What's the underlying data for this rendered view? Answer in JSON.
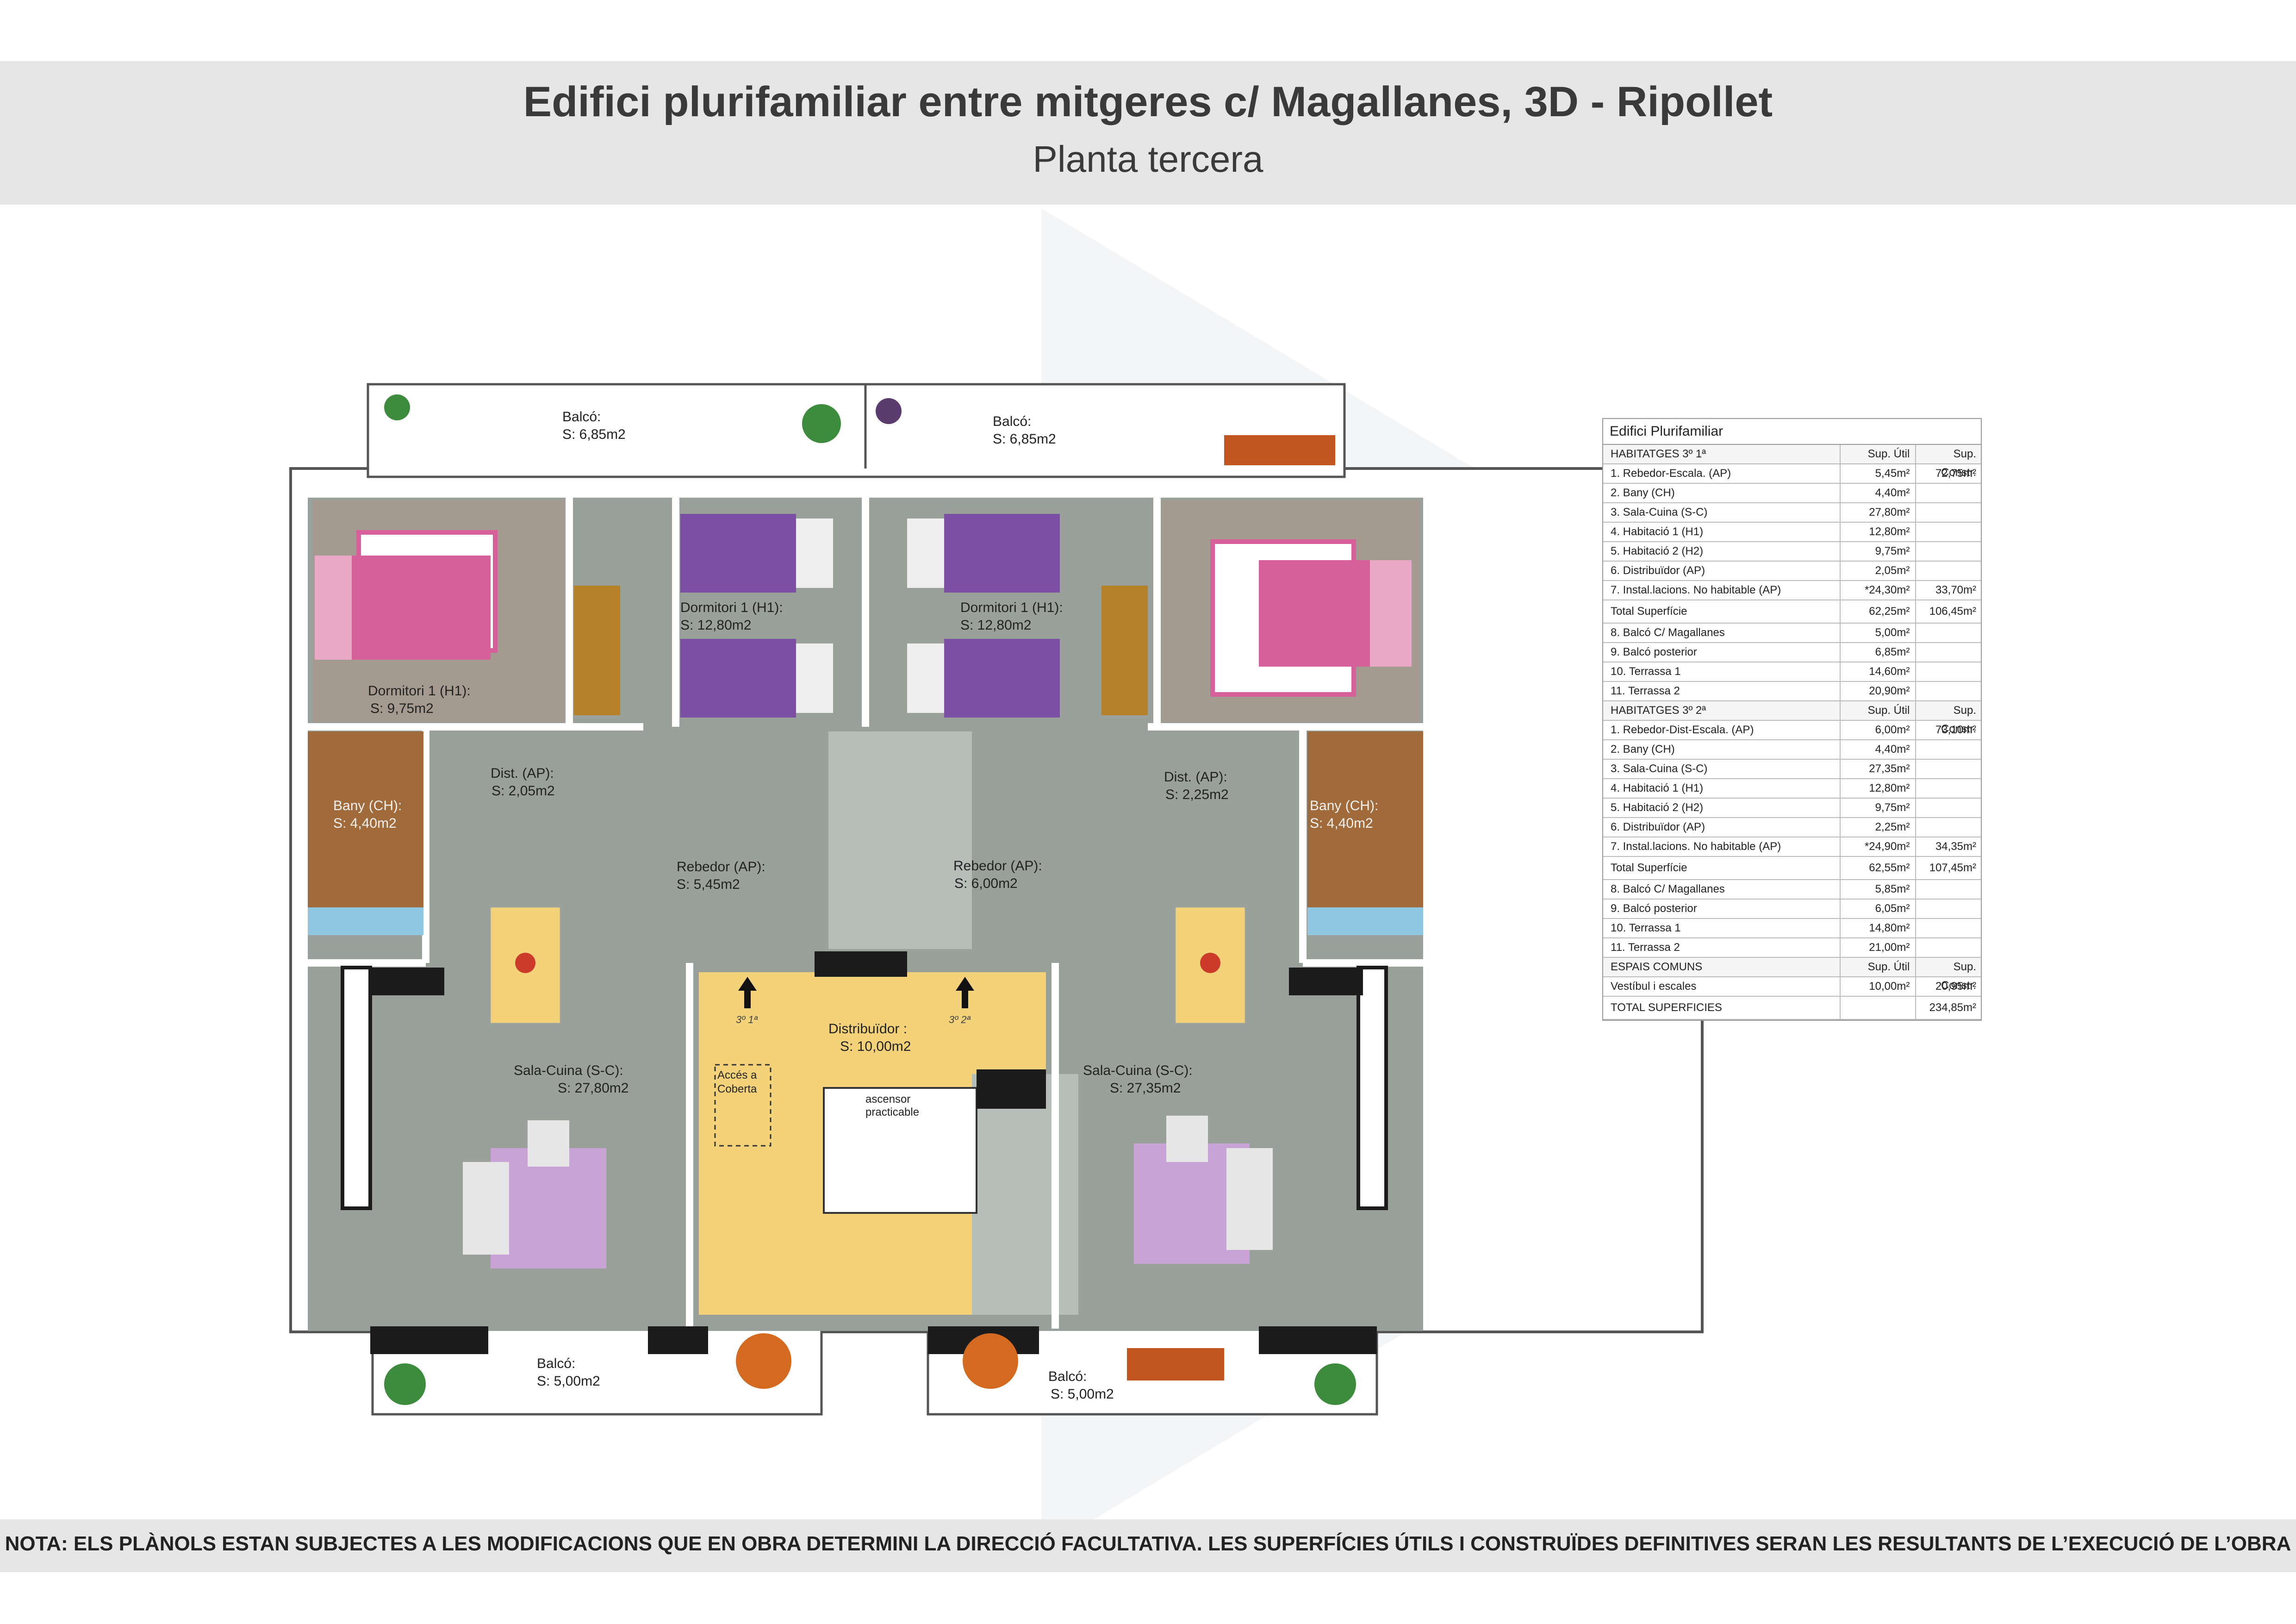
{
  "header": {
    "title": "Edifici plurifamiliar entre mitgeres c/ Magallanes, 3D - Ripollet",
    "subtitle": "Planta tercera"
  },
  "footer": {
    "note": "NOTA: ELS PLÀNOLS ESTAN SUBJECTES A LES MODIFICACIONS QUE EN OBRA DETERMINI LA DIRECCIÓ FACULTATIVA. LES SUPERFÍCIES ÚTILS I CONSTRUÏDES DEFINITIVES SERAN LES RESULTANTS DE L’EXECUCIÓ DE L’OBRA"
  },
  "colors": {
    "floor": "#9aa19a",
    "bedroom_purple": "#7b4fa3",
    "bed_pink": "#d8609a",
    "stair_yellow": "#f3d27a",
    "wall": "#ffffff",
    "dark": "#1c1c1c"
  },
  "plan": {
    "rooms": [
      {
        "name": "Balcó:",
        "area": "S: 6,85m2"
      },
      {
        "name": "Balcó:",
        "area": "S: 6,85m2"
      },
      {
        "name": "Dormitori 1 (H1):",
        "area": "S: 9,75m2"
      },
      {
        "name": "Dormitori 1 (H1):",
        "area": "S: 12,80m2"
      },
      {
        "name": "Dormitori 1 (H1):",
        "area": "S: 12,80m2"
      },
      {
        "name": "Dist. (AP):",
        "area": "S: 2,05m2"
      },
      {
        "name": "Dist. (AP):",
        "area": "S: 2,25m2"
      },
      {
        "name": "Bany (CH):",
        "area": "S: 4,40m2"
      },
      {
        "name": "Bany (CH):",
        "area": "S: 4,40m2"
      },
      {
        "name": "Rebedor (AP):",
        "area": "S: 5,45m2"
      },
      {
        "name": "Rebedor (AP):",
        "area": "S: 6,00m2"
      },
      {
        "name": "Distribuïdor :",
        "area": "S: 10,00m2"
      },
      {
        "name": "Sala-Cuina (S-C):",
        "area": "S: 27,80m2"
      },
      {
        "name": "Sala-Cuina (S-C):",
        "area": "S: 27,35m2"
      },
      {
        "name": "Balcó:",
        "area": "S: 5,00m2"
      },
      {
        "name": "Balcó:",
        "area": "S: 5,00m2"
      }
    ],
    "door_marks": [
      "3º 1ª",
      "3º 2ª"
    ],
    "access_roof": [
      "Accés a",
      "Coberta"
    ],
    "elevator": [
      "ascensor",
      "practicable"
    ]
  },
  "table": {
    "title": "Edifici Plurifamiliar",
    "rows": [
      {
        "type": "sec",
        "c1": "HABITATGES 3º 1ª",
        "c2": "Sup. Útil",
        "c3": "Sup. Constr."
      },
      {
        "type": "row",
        "c1": "1. Rebedor-Escala. (AP)",
        "c2": "5,45m²",
        "c3": "72,75m²"
      },
      {
        "type": "row",
        "c1": "2. Bany (CH)",
        "c2": "4,40m²",
        "c3": ""
      },
      {
        "type": "row",
        "c1": "3. Sala-Cuina (S-C)",
        "c2": "27,80m²",
        "c3": ""
      },
      {
        "type": "row",
        "c1": "4. Habitació 1 (H1)",
        "c2": "12,80m²",
        "c3": ""
      },
      {
        "type": "row",
        "c1": "5. Habitació 2 (H2)",
        "c2": "9,75m²",
        "c3": ""
      },
      {
        "type": "row",
        "c1": "6. Distribuïdor (AP)",
        "c2": "2,05m²",
        "c3": ""
      },
      {
        "type": "row",
        "c1": "7.  Instal.lacions. No habitable (AP)",
        "c2": "*24,30m²",
        "c3": "33,70m²"
      },
      {
        "type": "tot",
        "c1": "Total  Superfície",
        "c2": "62,25m²",
        "c3": "106,45m²"
      },
      {
        "type": "row",
        "c1": "8. Balcó C/ Magallanes",
        "c2": "5,00m²",
        "c3": ""
      },
      {
        "type": "row",
        "c1": "9. Balcó posterior",
        "c2": "6,85m²",
        "c3": ""
      },
      {
        "type": "row",
        "c1": "10. Terrassa 1",
        "c2": "14,60m²",
        "c3": ""
      },
      {
        "type": "row",
        "c1": "11. Terrassa 2",
        "c2": "20,90m²",
        "c3": ""
      },
      {
        "type": "sec",
        "c1": "HABITATGES 3º 2ª",
        "c2": "Sup. Útil",
        "c3": "Sup. Constr."
      },
      {
        "type": "row",
        "c1": "1. Rebedor-Dist-Escala. (AP)",
        "c2": "6,00m²",
        "c3": "73,10m²"
      },
      {
        "type": "row",
        "c1": "2. Bany (CH)",
        "c2": "4,40m²",
        "c3": ""
      },
      {
        "type": "row",
        "c1": "3. Sala-Cuina (S-C)",
        "c2": "27,35m²",
        "c3": ""
      },
      {
        "type": "row",
        "c1": "4. Habitació 1 (H1)",
        "c2": "12,80m²",
        "c3": ""
      },
      {
        "type": "row",
        "c1": "5. Habitació 2 (H2)",
        "c2": "9,75m²",
        "c3": ""
      },
      {
        "type": "row",
        "c1": "6. Distribuïdor (AP)",
        "c2": "2,25m²",
        "c3": ""
      },
      {
        "type": "row",
        "c1": "7.  Instal.lacions. No habitable (AP)",
        "c2": "*24,90m²",
        "c3": "34,35m²"
      },
      {
        "type": "tot",
        "c1": "Total  Superfície",
        "c2": "62,55m²",
        "c3": "107,45m²"
      },
      {
        "type": "row",
        "c1": "8. Balcó C/ Magallanes",
        "c2": "5,85m²",
        "c3": ""
      },
      {
        "type": "row",
        "c1": "9. Balcó posterior",
        "c2": "6,05m²",
        "c3": ""
      },
      {
        "type": "row",
        "c1": "10. Terrassa 1",
        "c2": "14,80m²",
        "c3": ""
      },
      {
        "type": "row",
        "c1": "11. Terrassa 2",
        "c2": "21,00m²",
        "c3": ""
      },
      {
        "type": "sec",
        "c1": "ESPAIS COMUNS",
        "c2": "Sup. Útil",
        "c3": "Sup. Constr."
      },
      {
        "type": "row",
        "c1": "Vestíbul i escales",
        "c2": "10,00m²",
        "c3": "20,95m²"
      },
      {
        "type": "tot",
        "c1": "TOTAL SUPERFICIES",
        "c2": "",
        "c3": "234,85m²"
      }
    ]
  }
}
